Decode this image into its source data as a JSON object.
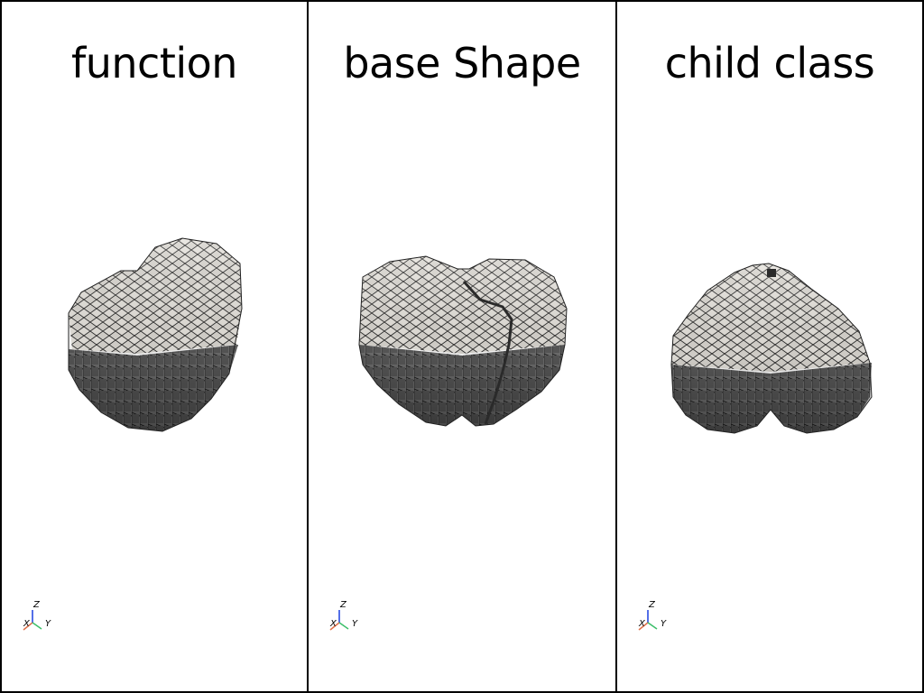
{
  "viewports": [
    {
      "title": "function",
      "axis_labels": {
        "z": "Z",
        "x": "X",
        "y": "Y"
      }
    },
    {
      "title": "base Shape",
      "axis_labels": {
        "z": "Z",
        "x": "X",
        "y": "Y"
      }
    },
    {
      "title": "child class",
      "axis_labels": {
        "z": "Z",
        "x": "X",
        "y": "Y"
      }
    }
  ],
  "colors": {
    "voxel_light": "#d9d6d0",
    "voxel_dark": "#3a3a3a",
    "axis_x": "#e0704a",
    "axis_y": "#3cbf6a",
    "axis_z": "#1a3fe0"
  }
}
